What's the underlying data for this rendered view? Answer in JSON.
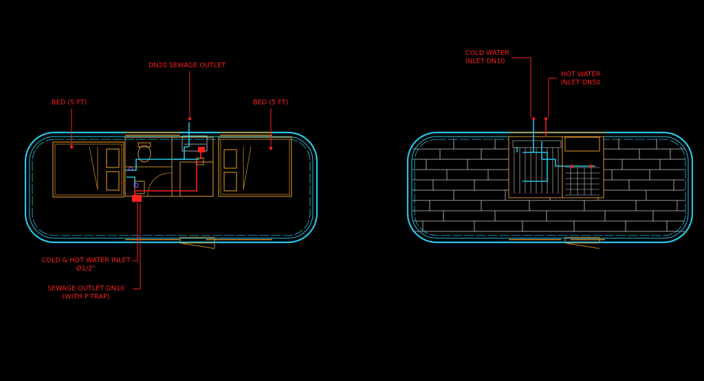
{
  "colors": {
    "background": "#000000",
    "annotation": "#ff1f1f",
    "wall_outline": "#29c6e8",
    "furniture": "#c98a2a",
    "water_cold": "#29c6e8",
    "water_hot": "#ff1f1f",
    "flooring": "#cfcfcf"
  },
  "left_plan": {
    "labels": {
      "sewage_outlet_top": "DN20 SEWAGE OUTLET",
      "bed_left": "BED (5 FT)",
      "bed_right": "BED (5 FT)",
      "water_inlet_line1": "COLD & HOT WATER INLET",
      "water_inlet_line2": "Ø1/2\"",
      "sewage_ptrap_line1": "SEWAGE OUTLET DN10",
      "sewage_ptrap_line2": "(WITH P-TRAP)"
    }
  },
  "right_plan": {
    "labels": {
      "cold_inlet_line1": "COLD WATER",
      "cold_inlet_line2": "INLET DN10",
      "hot_inlet_line1": "HOT WATER",
      "hot_inlet_line2": "INLET DN50"
    }
  }
}
